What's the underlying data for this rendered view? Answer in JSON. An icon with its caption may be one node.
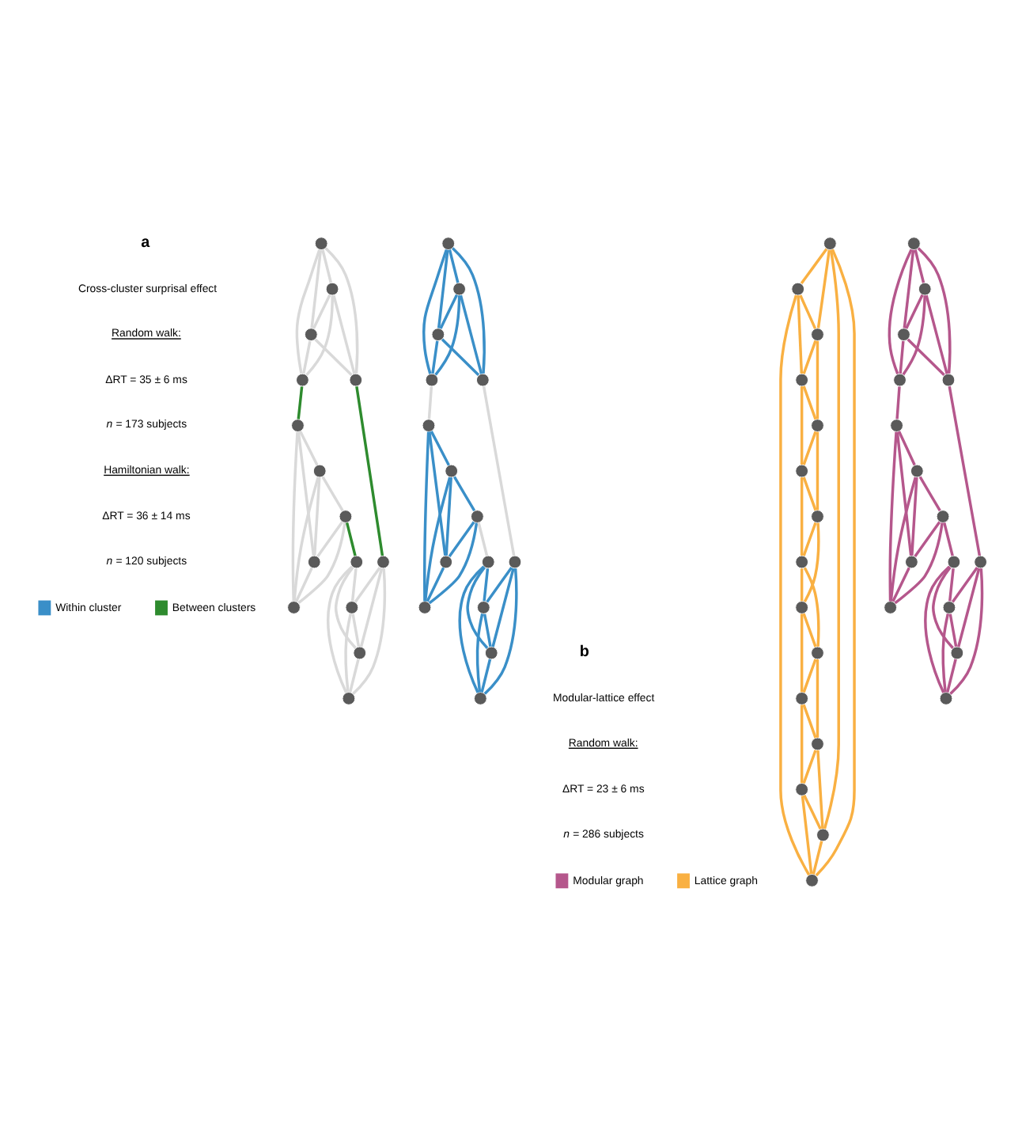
{
  "diagram": {
    "nodes": [
      {
        "text": [],
        "shape": "circle"
      },
      {
        "text": [],
        "shape": "circle"
      },
      {
        "text": [],
        "shape": "circle"
      },
      {
        "text": [],
        "shape": "circle"
      },
      {
        "text": [],
        "shape": "circle"
      },
      {
        "text": [],
        "shape": "circle"
      },
      {
        "text": [],
        "shape": "circle"
      },
      {
        "text": [],
        "shape": "circle"
      },
      {
        "text": [],
        "shape": "circle"
      },
      {
        "text": [],
        "shape": "circle"
      },
      {
        "text": [],
        "shape": "circle"
      },
      {
        "text": [],
        "shape": "circle"
      },
      {
        "text": [],
        "shape": "circle"
      },
      {
        "text": [],
        "shape": "circle"
      },
      {
        "text": [],
        "shape": "circle"
      },
      {
        "text": [],
        "shape": "circle"
      },
      {
        "text": [],
        "shape": "circle"
      },
      {
        "text": [],
        "shape": "circle"
      },
      {
        "text": [],
        "shape": "circle"
      },
      {
        "text": [],
        "shape": "circle"
      },
      {
        "text": [],
        "shape": "circle"
      },
      {
        "text": [],
        "shape": "circle"
      },
      {
        "text": [],
        "shape": "circle"
      },
      {
        "text": [],
        "shape": "circle"
      },
      {
        "text": [],
        "shape": "circle"
      },
      {
        "text": [],
        "shape": "circle"
      },
      {
        "text": [],
        "shape": "circle"
      },
      {
        "text": [],
        "shape": "circle"
      },
      {
        "text": [],
        "shape": "circle"
      },
      {
        "text": [],
        "shape": "circle"
      },
      {
        "text": [],
        "shape": "circle"
      },
      {
        "text": [],
        "shape": "circle"
      },
      {
        "text": [],
        "shape": "circle"
      },
      {
        "text": [],
        "shape": "circle"
      },
      {
        "text": [],
        "shape": "circle"
      },
      {
        "text": [],
        "shape": "circle"
      },
      {
        "text": [],
        "shape": "circle"
      },
      {
        "text": [],
        "shape": "circle"
      },
      {
        "text": [],
        "shape": "circle"
      },
      {
        "text": [],
        "shape": "circle"
      },
      {
        "text": [],
        "shape": "circle"
      },
      {
        "text": [],
        "shape": "circle"
      },
      {
        "text": [],
        "shape": "circle"
      },
      {
        "text": [],
        "shape": "circle"
      },
      {
        "text": [],
        "shape": "circle"
      },
      {
        "text": [],
        "shape": "circle"
      },
      {
        "text": [],
        "shape": "circle"
      },
      {
        "text": [],
        "shape": "circle"
      },
      {
        "text": [],
        "shape": "circle"
      },
      {
        "text": [],
        "shape": "circle"
      },
      {
        "text": [],
        "shape": "circle"
      },
      {
        "text": [],
        "shape": "circle"
      },
      {
        "text": [],
        "shape": "circle"
      },
      {
        "text": [],
        "shape": "circle"
      },
      {
        "text": [],
        "shape": "circle"
      },
      {
        "text": [],
        "shape": "circle"
      },
      {
        "text": [],
        "shape": "circle"
      },
      {
        "text": [],
        "shape": "circle"
      },
      {
        "text": [],
        "shape": "circle"
      },
      {
        "text": [],
        "shape": "circle"
      }
    ],
    "edges": [
      {
        "from": 0,
        "to": 1,
        "arrow": "none",
        "color": "#3a8fc8"
      },
      {
        "from": 0,
        "to": 2,
        "arrow": "none",
        "color": "#3a8fc8"
      },
      {
        "from": 0,
        "to": 3,
        "arrow": "none",
        "color": "#3a8fc8"
      },
      {
        "from": 0,
        "to": 4,
        "arrow": "none",
        "color": "#3a8fc8"
      },
      {
        "from": 1,
        "to": 2,
        "arrow": "none",
        "color": "#3a8fc8"
      },
      {
        "from": 1,
        "to": 3,
        "arrow": "none",
        "color": "#3a8fc8"
      },
      {
        "from": 1,
        "to": 4,
        "arrow": "none",
        "color": "#3a8fc8"
      },
      {
        "from": 2,
        "to": 3,
        "arrow": "none",
        "color": "#3a8fc8"
      },
      {
        "from": 2,
        "to": 4,
        "arrow": "none",
        "color": "#3a8fc8"
      },
      {
        "from": 5,
        "to": 6,
        "arrow": "none",
        "color": "#3a8fc8"
      },
      {
        "from": 5,
        "to": 8,
        "arrow": "none",
        "color": "#3a8fc8"
      },
      {
        "from": 5,
        "to": 9,
        "arrow": "none",
        "color": "#3a8fc8"
      },
      {
        "from": 6,
        "to": 7,
        "arrow": "none",
        "color": "#3a8fc8"
      },
      {
        "from": 6,
        "to": 8,
        "arrow": "none",
        "color": "#3a8fc8"
      },
      {
        "from": 6,
        "to": 9,
        "arrow": "none",
        "color": "#3a8fc8"
      },
      {
        "from": 7,
        "to": 8,
        "arrow": "none",
        "color": "#3a8fc8"
      },
      {
        "from": 7,
        "to": 9,
        "arrow": "none",
        "color": "#3a8fc8"
      },
      {
        "from": 8,
        "to": 9,
        "arrow": "none",
        "color": "#3a8fc8"
      },
      {
        "from": 10,
        "to": 12,
        "arrow": "none",
        "color": "#3a8fc8"
      },
      {
        "from": 10,
        "to": 13,
        "arrow": "none",
        "color": "#3a8fc8"
      },
      {
        "from": 10,
        "to": 14,
        "arrow": "none",
        "color": "#3a8fc8"
      },
      {
        "from": 11,
        "to": 12,
        "arrow": "none",
        "color": "#3a8fc8"
      },
      {
        "from": 11,
        "to": 13,
        "arrow": "none",
        "color": "#3a8fc8"
      },
      {
        "from": 11,
        "to": 14,
        "arrow": "none",
        "color": "#3a8fc8"
      },
      {
        "from": 12,
        "to": 13,
        "arrow": "none",
        "color": "#3a8fc8"
      },
      {
        "from": 12,
        "to": 14,
        "arrow": "none",
        "color": "#3a8fc8"
      },
      {
        "from": 13,
        "to": 14,
        "arrow": "none",
        "color": "#3a8fc8"
      },
      {
        "from": 3,
        "to": 5,
        "arrow": "none",
        "color": "#d9d9d9"
      },
      {
        "from": 4,
        "to": 10,
        "arrow": "none",
        "color": "#d9d9d9"
      },
      {
        "from": 7,
        "to": 11,
        "arrow": "none",
        "color": "#d9d9d9"
      },
      {
        "from": 15,
        "to": 16,
        "arrow": "none",
        "color": "#d9d9d9"
      },
      {
        "from": 15,
        "to": 17,
        "arrow": "none",
        "color": "#d9d9d9"
      },
      {
        "from": 15,
        "to": 18,
        "arrow": "none",
        "color": "#d9d9d9"
      },
      {
        "from": 15,
        "to": 19,
        "arrow": "none",
        "color": "#d9d9d9"
      },
      {
        "from": 16,
        "to": 17,
        "arrow": "none",
        "color": "#d9d9d9"
      },
      {
        "from": 16,
        "to": 18,
        "arrow": "none",
        "color": "#d9d9d9"
      },
      {
        "from": 16,
        "to": 19,
        "arrow": "none",
        "color": "#d9d9d9"
      },
      {
        "from": 17,
        "to": 18,
        "arrow": "none",
        "color": "#d9d9d9"
      },
      {
        "from": 17,
        "to": 19,
        "arrow": "none",
        "color": "#d9d9d9"
      },
      {
        "from": 20,
        "to": 21,
        "arrow": "none",
        "color": "#d9d9d9"
      },
      {
        "from": 20,
        "to": 23,
        "arrow": "none",
        "color": "#d9d9d9"
      },
      {
        "from": 20,
        "to": 24,
        "arrow": "none",
        "color": "#d9d9d9"
      },
      {
        "from": 21,
        "to": 22,
        "arrow": "none",
        "color": "#d9d9d9"
      },
      {
        "from": 21,
        "to": 23,
        "arrow": "none",
        "color": "#d9d9d9"
      },
      {
        "from": 21,
        "to": 24,
        "arrow": "none",
        "color": "#d9d9d9"
      },
      {
        "from": 22,
        "to": 23,
        "arrow": "none",
        "color": "#d9d9d9"
      },
      {
        "from": 22,
        "to": 24,
        "arrow": "none",
        "color": "#d9d9d9"
      },
      {
        "from": 23,
        "to": 24,
        "arrow": "none",
        "color": "#d9d9d9"
      },
      {
        "from": 25,
        "to": 27,
        "arrow": "none",
        "color": "#d9d9d9"
      },
      {
        "from": 25,
        "to": 28,
        "arrow": "none",
        "color": "#d9d9d9"
      },
      {
        "from": 25,
        "to": 29,
        "arrow": "none",
        "color": "#d9d9d9"
      },
      {
        "from": 26,
        "to": 27,
        "arrow": "none",
        "color": "#d9d9d9"
      },
      {
        "from": 26,
        "to": 28,
        "arrow": "none",
        "color": "#d9d9d9"
      },
      {
        "from": 26,
        "to": 29,
        "arrow": "none",
        "color": "#d9d9d9"
      },
      {
        "from": 27,
        "to": 28,
        "arrow": "none",
        "color": "#d9d9d9"
      },
      {
        "from": 27,
        "to": 29,
        "arrow": "none",
        "color": "#d9d9d9"
      },
      {
        "from": 28,
        "to": 29,
        "arrow": "none",
        "color": "#d9d9d9"
      },
      {
        "from": 18,
        "to": 20,
        "arrow": "none",
        "color": "#2e8b2e"
      },
      {
        "from": 19,
        "to": 25,
        "arrow": "none",
        "color": "#2e8b2e"
      },
      {
        "from": 22,
        "to": 26,
        "arrow": "none",
        "color": "#2e8b2e"
      },
      {
        "from": 30,
        "to": 31,
        "arrow": "none",
        "color": "#b5578c"
      },
      {
        "from": 30,
        "to": 32,
        "arrow": "none",
        "color": "#b5578c"
      },
      {
        "from": 30,
        "to": 33,
        "arrow": "none",
        "color": "#b5578c"
      },
      {
        "from": 30,
        "to": 34,
        "arrow": "none",
        "color": "#b5578c"
      },
      {
        "from": 31,
        "to": 32,
        "arrow": "none",
        "color": "#b5578c"
      },
      {
        "from": 31,
        "to": 33,
        "arrow": "none",
        "color": "#b5578c"
      },
      {
        "from": 31,
        "to": 34,
        "arrow": "none",
        "color": "#b5578c"
      },
      {
        "from": 32,
        "to": 33,
        "arrow": "none",
        "color": "#b5578c"
      },
      {
        "from": 32,
        "to": 34,
        "arrow": "none",
        "color": "#b5578c"
      },
      {
        "from": 35,
        "to": 36,
        "arrow": "none",
        "color": "#b5578c"
      },
      {
        "from": 35,
        "to": 38,
        "arrow": "none",
        "color": "#b5578c"
      },
      {
        "from": 35,
        "to": 39,
        "arrow": "none",
        "color": "#b5578c"
      },
      {
        "from": 36,
        "to": 37,
        "arrow": "none",
        "color": "#b5578c"
      },
      {
        "from": 36,
        "to": 38,
        "arrow": "none",
        "color": "#b5578c"
      },
      {
        "from": 36,
        "to": 39,
        "arrow": "none",
        "color": "#b5578c"
      },
      {
        "from": 37,
        "to": 38,
        "arrow": "none",
        "color": "#b5578c"
      },
      {
        "from": 37,
        "to": 39,
        "arrow": "none",
        "color": "#b5578c"
      },
      {
        "from": 38,
        "to": 39,
        "arrow": "none",
        "color": "#b5578c"
      },
      {
        "from": 40,
        "to": 42,
        "arrow": "none",
        "color": "#b5578c"
      },
      {
        "from": 40,
        "to": 43,
        "arrow": "none",
        "color": "#b5578c"
      },
      {
        "from": 40,
        "to": 44,
        "arrow": "none",
        "color": "#b5578c"
      },
      {
        "from": 41,
        "to": 42,
        "arrow": "none",
        "color": "#b5578c"
      },
      {
        "from": 41,
        "to": 43,
        "arrow": "none",
        "color": "#b5578c"
      },
      {
        "from": 41,
        "to": 44,
        "arrow": "none",
        "color": "#b5578c"
      },
      {
        "from": 42,
        "to": 43,
        "arrow": "none",
        "color": "#b5578c"
      },
      {
        "from": 42,
        "to": 44,
        "arrow": "none",
        "color": "#b5578c"
      },
      {
        "from": 43,
        "to": 44,
        "arrow": "none",
        "color": "#b5578c"
      },
      {
        "from": 33,
        "to": 35,
        "arrow": "none",
        "color": "#b5578c"
      },
      {
        "from": 34,
        "to": 40,
        "arrow": "none",
        "color": "#b5578c"
      },
      {
        "from": 37,
        "to": 41,
        "arrow": "none",
        "color": "#b5578c"
      },
      {
        "from": 45,
        "to": 46,
        "arrow": "none",
        "color": "#f9b042"
      },
      {
        "from": 45,
        "to": 47,
        "arrow": "none",
        "color": "#f9b042"
      },
      {
        "from": 46,
        "to": 47,
        "arrow": "none",
        "color": "#f9b042"
      },
      {
        "from": 46,
        "to": 48,
        "arrow": "none",
        "color": "#f9b042"
      },
      {
        "from": 47,
        "to": 48,
        "arrow": "none",
        "color": "#f9b042"
      },
      {
        "from": 47,
        "to": 49,
        "arrow": "none",
        "color": "#f9b042"
      },
      {
        "from": 48,
        "to": 49,
        "arrow": "none",
        "color": "#f9b042"
      },
      {
        "from": 48,
        "to": 50,
        "arrow": "none",
        "color": "#f9b042"
      },
      {
        "from": 49,
        "to": 50,
        "arrow": "none",
        "color": "#f9b042"
      },
      {
        "from": 49,
        "to": 51,
        "arrow": "none",
        "color": "#f9b042"
      },
      {
        "from": 50,
        "to": 51,
        "arrow": "none",
        "color": "#f9b042"
      },
      {
        "from": 50,
        "to": 52,
        "arrow": "none",
        "color": "#f9b042"
      },
      {
        "from": 51,
        "to": 52,
        "arrow": "none",
        "color": "#f9b042"
      },
      {
        "from": 51,
        "to": 53,
        "arrow": "none",
        "color": "#f9b042"
      },
      {
        "from": 52,
        "to": 53,
        "arrow": "none",
        "color": "#f9b042"
      },
      {
        "from": 52,
        "to": 54,
        "arrow": "none",
        "color": "#f9b042"
      },
      {
        "from": 53,
        "to": 54,
        "arrow": "none",
        "color": "#f9b042"
      },
      {
        "from": 53,
        "to": 55,
        "arrow": "none",
        "color": "#f9b042"
      },
      {
        "from": 54,
        "to": 55,
        "arrow": "none",
        "color": "#f9b042"
      },
      {
        "from": 54,
        "to": 56,
        "arrow": "none",
        "color": "#f9b042"
      },
      {
        "from": 55,
        "to": 56,
        "arrow": "none",
        "color": "#f9b042"
      },
      {
        "from": 55,
        "to": 57,
        "arrow": "none",
        "color": "#f9b042"
      },
      {
        "from": 56,
        "to": 57,
        "arrow": "none",
        "color": "#f9b042"
      },
      {
        "from": 56,
        "to": 58,
        "arrow": "none",
        "color": "#f9b042"
      },
      {
        "from": 57,
        "to": 58,
        "arrow": "none",
        "color": "#f9b042"
      },
      {
        "from": 57,
        "to": 59,
        "arrow": "none",
        "color": "#f9b042"
      },
      {
        "from": 58,
        "to": 59,
        "arrow": "none",
        "color": "#f9b042"
      },
      {
        "from": 58,
        "to": 45,
        "arrow": "none",
        "color": "#f9b042"
      },
      {
        "from": 59,
        "to": 45,
        "arrow": "none",
        "color": "#f9b042"
      },
      {
        "from": 59,
        "to": 46,
        "arrow": "none",
        "color": "#f9b042"
      }
    ],
    "labels": [
      "a",
      "Cross-cluster surprisal effect",
      "Random walk:",
      "ΔRT = 35 ± 6 ms",
      "*n* = 173 subjects",
      "Hamiltonian walk:",
      "ΔRT = 36 ± 14 ms",
      "*n* = 120 subjects",
      "b",
      "Modular-lattice effect",
      "Random walk:",
      "ΔRT = 23 ± 6 ms",
      "*n* = 286 subjects"
    ],
    "legend": [
      {
        "text": "Within cluster",
        "color": "#3a8fc8"
      },
      {
        "text": "Between clusters",
        "color": "#2e8b2e"
      },
      {
        "text": "Modular graph",
        "color": "#b5578c"
      },
      {
        "text": "Lattice graph",
        "color": "#f9b042"
      }
    ]
  }
}
